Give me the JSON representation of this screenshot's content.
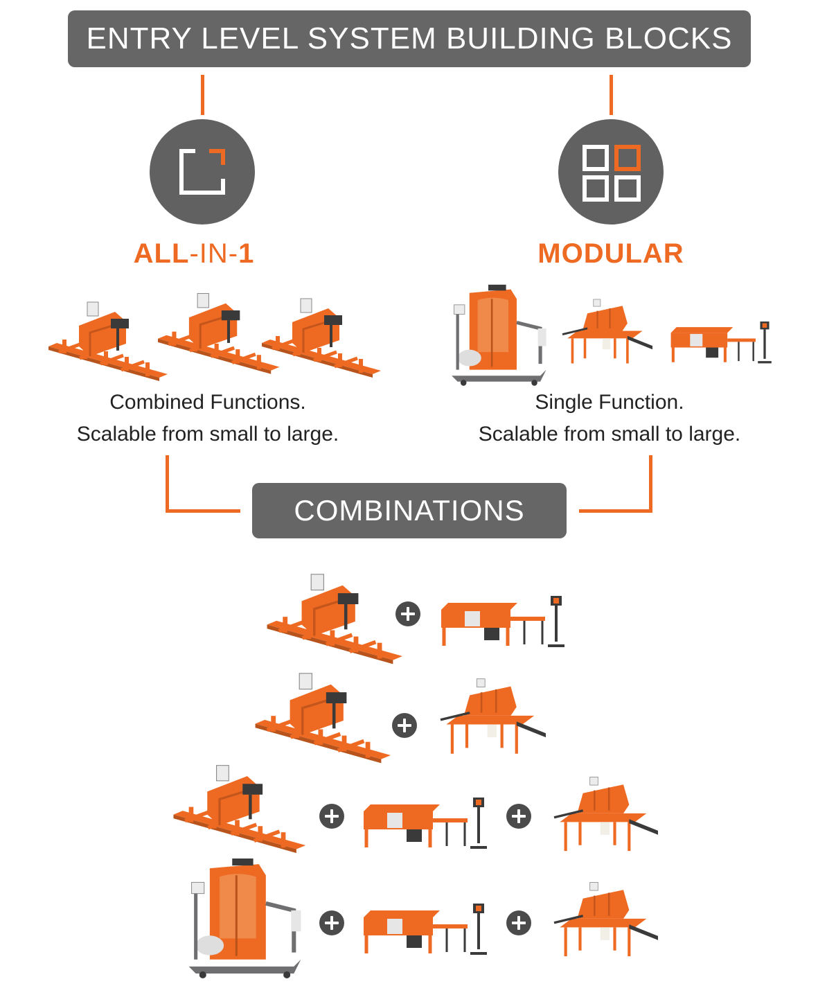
{
  "header": {
    "title": "ENTRY LEVEL SYSTEM BUILDING BLOCKS"
  },
  "all_in_one": {
    "title_bold_1": "ALL",
    "title_thin": "-IN-",
    "title_bold_2": "1",
    "icon": "single-block-icon",
    "description_line1": "Combined Functions.",
    "description_line2": "Scalable from small to large."
  },
  "modular": {
    "title": "MODULAR",
    "icon": "four-blocks-icon",
    "description_line1": "Single Function.",
    "description_line2": "Scalable from small to large."
  },
  "combinations": {
    "title": "COMBINATIONS",
    "plus_icon": "plus-icon"
  },
  "colors": {
    "accent": "#ee6a23",
    "banner": "#666666",
    "icon_circle": "#616161",
    "plus": "#4b4b4b",
    "machine_dark": "#3a3a3a"
  }
}
